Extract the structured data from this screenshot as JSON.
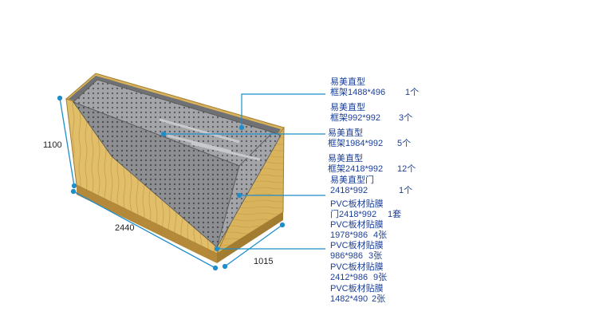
{
  "colors": {
    "wood": "#d9b45c",
    "wood_dark": "#b48a3a",
    "metal": "#8d8f92",
    "metal_dark": "#6f7174",
    "leader": "#1f8ecb",
    "label_text": "#1a3f9a"
  },
  "dimensions": {
    "height": "1100",
    "length": "2440",
    "depth": "1015"
  },
  "parts": [
    {
      "name": "易美直型",
      "spec": "框架1488*496",
      "qty": "1个"
    },
    {
      "name": "易美直型",
      "spec": "框架992*992",
      "qty": "3个"
    },
    {
      "name": "易美直型",
      "spec": "框架1984*992",
      "qty": "5个"
    },
    {
      "name": "易美直型",
      "spec": "框架2418*992",
      "qty": "12个"
    },
    {
      "name": "易美直型门",
      "spec": "2418*992",
      "qty": "1个"
    },
    {
      "name": "PVC板材贴膜",
      "spec": "门2418*992",
      "qty": "1套"
    },
    {
      "name": "PVC板材贴膜",
      "spec": "1978*986",
      "qty": "4张"
    },
    {
      "name": "PVC板材贴膜",
      "spec": "986*986",
      "qty": "3张"
    },
    {
      "name": "PVC板材贴膜",
      "spec": "2412*986",
      "qty": "9张"
    },
    {
      "name": "PVC板材贴膜",
      "spec": "1482*490",
      "qty": "2张"
    }
  ]
}
